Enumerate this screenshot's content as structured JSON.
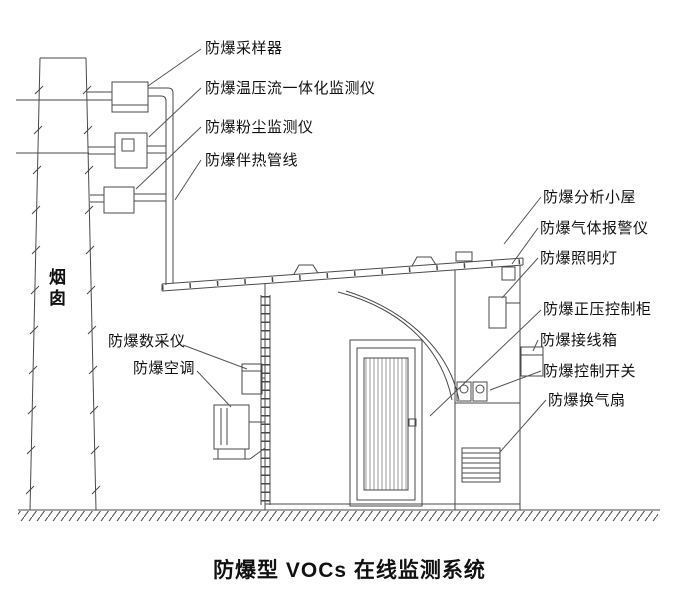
{
  "diagram": {
    "title": "防爆型 VOCs 在线监测系统",
    "labels": {
      "sampler": "防爆采样器",
      "tpf_monitor": "防爆温压流一体化监测仪",
      "dust_monitor": "防爆粉尘监测仪",
      "heated_line": "防爆伴热管线",
      "chimney": "烟囱",
      "analysis_shed": "防爆分析小屋",
      "gas_alarm": "防爆气体报警仪",
      "light": "防爆照明灯",
      "pressure_cabinet": "防爆正压控制柜",
      "junction_box": "防爆接线箱",
      "control_switch": "防爆控制开关",
      "vent_fan": "防爆换气扇",
      "data_logger": "防爆数采仪",
      "air_conditioner": "防爆空调"
    },
    "colors": {
      "line": "#4a4a4a",
      "text": "#111111",
      "background": "#ffffff"
    }
  }
}
